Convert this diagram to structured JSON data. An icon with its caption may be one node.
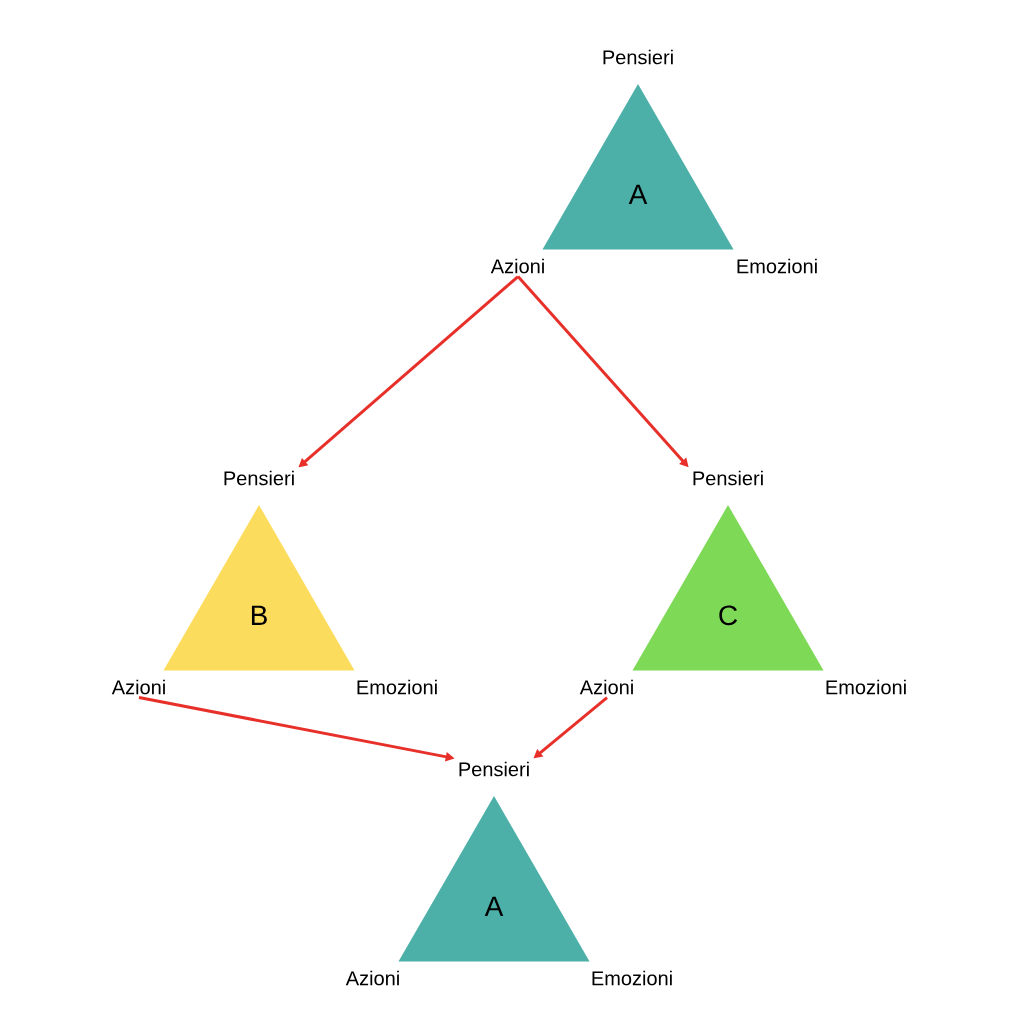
{
  "diagram": {
    "nodes": [
      {
        "text": [
          "Pensieri"
        ]
      },
      {
        "text": [
          "A"
        ]
      },
      {
        "text": [
          "Azioni"
        ]
      },
      {
        "text": [
          "Emozioni"
        ]
      },
      {
        "text": [
          "Pensieri"
        ]
      },
      {
        "text": [
          "B"
        ]
      },
      {
        "text": [
          "Azioni"
        ]
      },
      {
        "text": [
          "Emozioni"
        ]
      },
      {
        "text": [
          "Pensieri"
        ]
      },
      {
        "text": [
          "C"
        ]
      },
      {
        "text": [
          "Azioni"
        ]
      },
      {
        "text": [
          "Emozioni"
        ]
      },
      {
        "text": [
          "Pensieri"
        ]
      },
      {
        "text": [
          "A"
        ]
      },
      {
        "text": [
          "Azioni"
        ]
      },
      {
        "text": [
          "Emozioni"
        ]
      }
    ],
    "edges": [
      {
        "from": 2,
        "to": 4,
        "arrow": "to"
      },
      {
        "from": 2,
        "to": 8,
        "arrow": "to"
      },
      {
        "from": 6,
        "to": 12,
        "arrow": "to"
      },
      {
        "from": 10,
        "to": 12,
        "arrow": "to"
      }
    ]
  }
}
